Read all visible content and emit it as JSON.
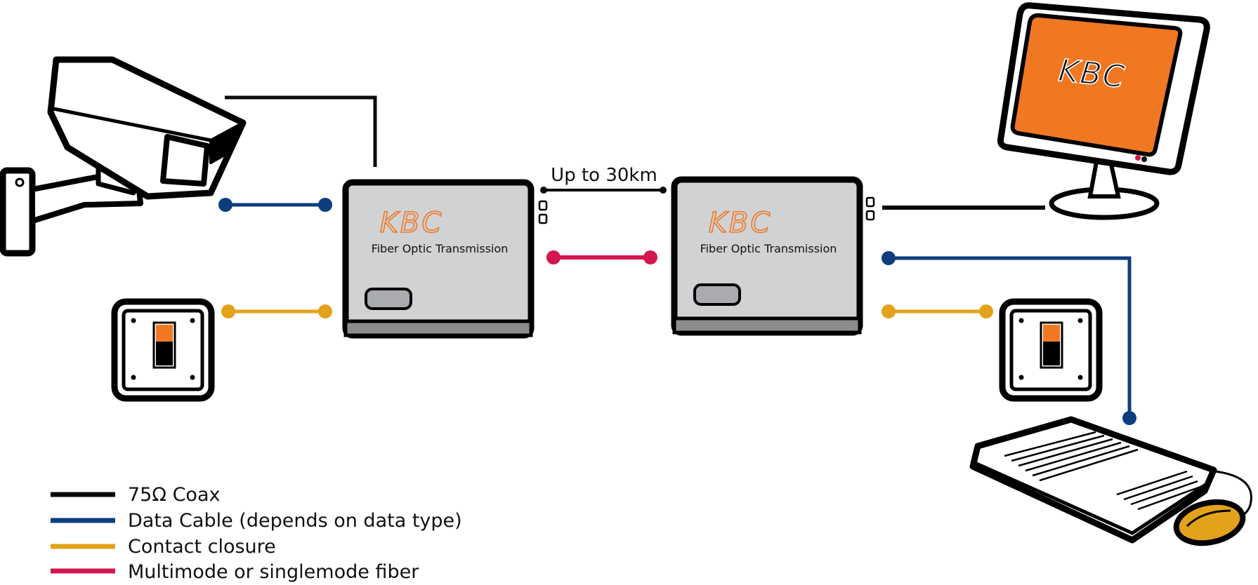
{
  "colors": {
    "coax": "#0a0a0a",
    "data": "#0c3e7e",
    "contact": "#e3a21c",
    "fiber": "#d1174c",
    "brand": "#f07822",
    "unit_body": "#d1d2d4"
  },
  "link": {
    "distance_label": "Up to 30km"
  },
  "units": [
    {
      "brand": "KBC",
      "label": "Fiber Optic Transmission"
    },
    {
      "brand": "KBC",
      "label": "Fiber Optic Transmission"
    }
  ],
  "devices": {
    "camera": "camera-icon",
    "switch": "toggle-switch-icon",
    "monitor": "monitor-icon",
    "keyboard": "keyboard-icon",
    "mouse": "mouse-icon"
  },
  "monitor_logo": "KBC",
  "legend": [
    {
      "label": "75Ω Coax",
      "color": "#0a0a0a"
    },
    {
      "label": "Data Cable (depends on data type)",
      "color": "#0c3e7e"
    },
    {
      "label": "Contact closure",
      "color": "#e3a21c"
    },
    {
      "label": "Multimode or singlemode fiber",
      "color": "#d1174c"
    }
  ]
}
